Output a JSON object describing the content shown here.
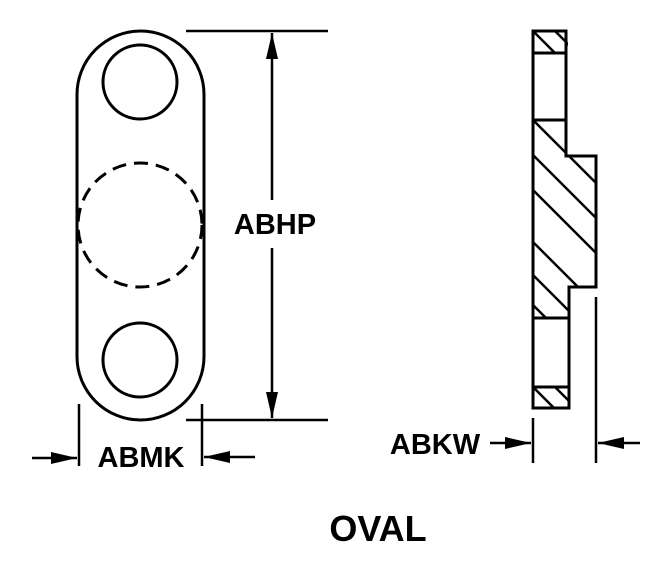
{
  "labels": {
    "height_dim": "ABHP",
    "width_dim": "ABMK",
    "thickness_dim": "ABKW",
    "shape_name": "OVAL"
  },
  "colors": {
    "line": "#000000",
    "background": "#ffffff"
  }
}
